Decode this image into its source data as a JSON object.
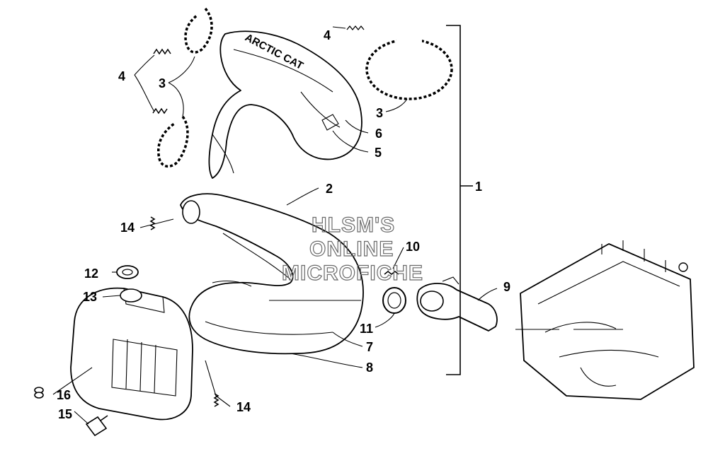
{
  "watermark": {
    "line1": "HLSM'S",
    "line2": "ONLINE",
    "line3": "MICROFICHE"
  },
  "cover_brand": "ARCTIC CAT",
  "callouts": {
    "c1": "1",
    "c2": "2",
    "c3a": "3",
    "c3b": "3",
    "c4a": "4",
    "c4b": "4",
    "c5": "5",
    "c6": "6",
    "c7": "7",
    "c8": "8",
    "c9": "9",
    "c10": "10",
    "c11": "11",
    "c12": "12",
    "c13": "13",
    "c14a": "14",
    "c14b": "14",
    "c15": "15",
    "c16": "16"
  }
}
